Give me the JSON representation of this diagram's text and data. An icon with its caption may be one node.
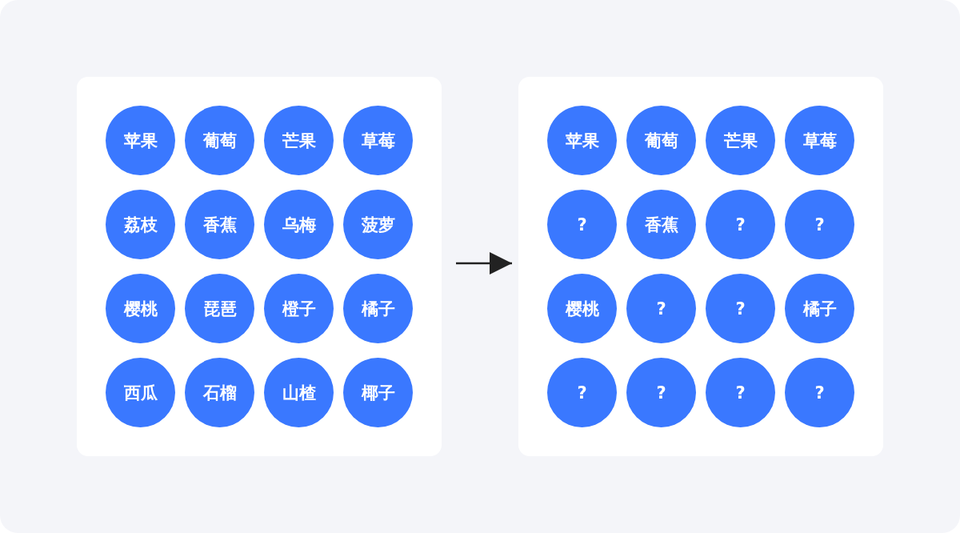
{
  "diagram": {
    "nodes": [
      {
        "text": [],
        "shape": "box"
      },
      {
        "text": [
          "苹果"
        ],
        "in": 0
      },
      {
        "text": [
          "葡萄"
        ],
        "in": 0
      },
      {
        "text": [
          "芒果"
        ],
        "in": 0
      },
      {
        "text": [
          "草莓"
        ],
        "in": 0
      },
      {
        "text": [
          "荔枝"
        ],
        "in": 0
      },
      {
        "text": [
          "香蕉"
        ],
        "in": 0
      },
      {
        "text": [
          "乌梅"
        ],
        "in": 0
      },
      {
        "text": [
          "菠萝"
        ],
        "in": 0
      },
      {
        "text": [
          "樱桃"
        ],
        "in": 0
      },
      {
        "text": [
          "琵琶"
        ],
        "in": 0
      },
      {
        "text": [
          "橙子"
        ],
        "in": 0
      },
      {
        "text": [
          "橘子"
        ],
        "in": 0
      },
      {
        "text": [
          "西瓜"
        ],
        "in": 0
      },
      {
        "text": [
          "石榴"
        ],
        "in": 0
      },
      {
        "text": [
          "山楂"
        ],
        "in": 0
      },
      {
        "text": [
          "椰子"
        ],
        "in": 0
      },
      {
        "text": [],
        "shape": "box"
      },
      {
        "text": [
          "苹果"
        ],
        "in": 17
      },
      {
        "text": [
          "葡萄"
        ],
        "in": 17
      },
      {
        "text": [
          "芒果"
        ],
        "in": 17
      },
      {
        "text": [
          "草莓"
        ],
        "in": 17
      },
      {
        "text": [
          "?"
        ],
        "in": 17
      },
      {
        "text": [
          "香蕉"
        ],
        "in": 17
      },
      {
        "text": [
          "?"
        ],
        "in": 17
      },
      {
        "text": [
          "?"
        ],
        "in": 17
      },
      {
        "text": [
          "樱桃"
        ],
        "in": 17
      },
      {
        "text": [
          "?"
        ],
        "in": 17
      },
      {
        "text": [
          "?"
        ],
        "in": 17
      },
      {
        "text": [
          "橘子"
        ],
        "in": 17
      },
      {
        "text": [
          "?"
        ],
        "in": 17
      },
      {
        "text": [
          "?"
        ],
        "in": 17
      },
      {
        "text": [
          "?"
        ],
        "in": 17
      },
      {
        "text": [
          "?"
        ],
        "in": 17
      }
    ],
    "edges": [
      {
        "from": 0,
        "to": 17,
        "arrow": "to"
      }
    ]
  }
}
